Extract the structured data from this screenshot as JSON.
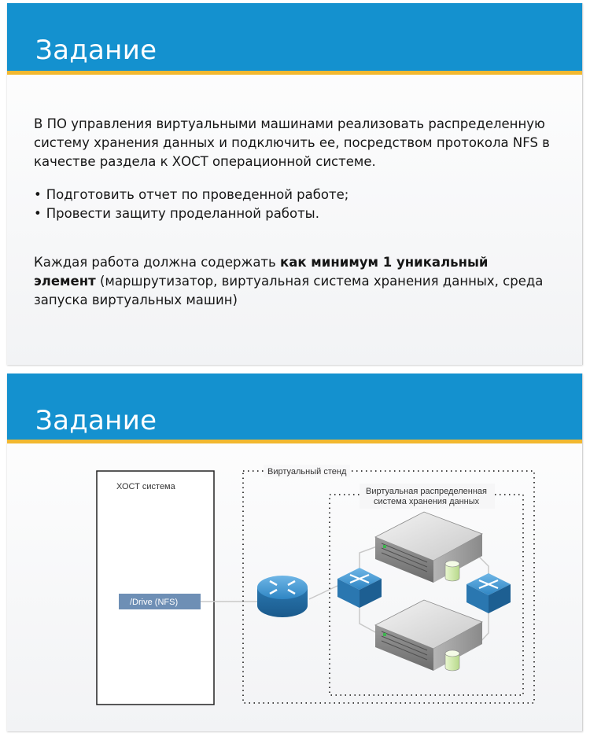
{
  "slides": [
    {
      "title": "Задание",
      "paragraph1": "В ПО управления виртуальными машинами реализовать распределенную систему хранения данных и подключить ее, посредством протокола NFS в качестве раздела к ХОСТ операционной системе.",
      "bullets": [
        "Подготовить отчет по проведенной работе;",
        "Провести защиту проделанной работы."
      ],
      "paragraph2_prefix": "Каждая работа должна содержать ",
      "paragraph2_bold": "как минимум 1 уникальный элемент",
      "paragraph2_suffix": " (маршрутизатор, виртуальная система хранения данных, среда запуска виртуальных машин)"
    },
    {
      "title": "Задание",
      "diagram": {
        "host_label": "ХОСТ система",
        "drive_label": "/Drive (NFS)",
        "stand_label": "Виртуальный стенд",
        "storage_label_line1": "Виртуальная распределенная",
        "storage_label_line2": "система хранения данных"
      }
    }
  ],
  "colors": {
    "header_blue": "#1491cf",
    "header_accent": "#f2b830",
    "device_blue": "#2f86c4",
    "drive_box": "#6e8fb5"
  },
  "icons": [
    "router-icon",
    "switch-icon",
    "server-icon",
    "disk-icon"
  ]
}
